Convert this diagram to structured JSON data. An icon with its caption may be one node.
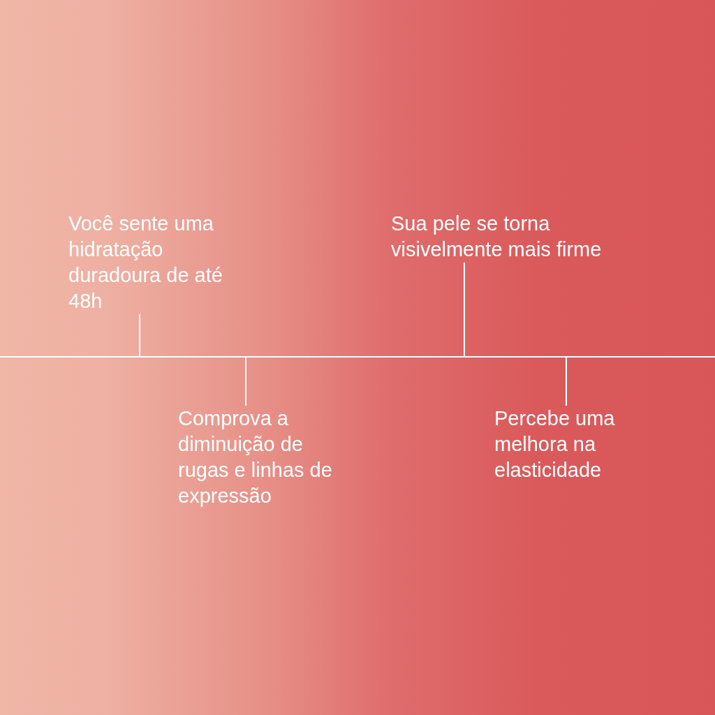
{
  "diagram": {
    "nodes": [
      {
        "text": [
          "Você sente uma hidratação duradoura de até 48h"
        ]
      },
      {
        "text": [
          "Comprova a diminuição de rugas e linhas de expressão"
        ]
      },
      {
        "text": [
          "Sua pele se torna visivelmente mais firme"
        ]
      },
      {
        "text": [
          "Percebe uma melhora na elasticidade"
        ]
      },
      {
        "text": [],
        "shape": "bar"
      }
    ],
    "edges": [
      {
        "from": 0,
        "to": 4,
        "arrow": "none"
      },
      {
        "from": 1,
        "to": 4,
        "arrow": "none"
      },
      {
        "from": 2,
        "to": 4,
        "arrow": "none"
      },
      {
        "from": 3,
        "to": 4,
        "arrow": "none"
      }
    ]
  }
}
